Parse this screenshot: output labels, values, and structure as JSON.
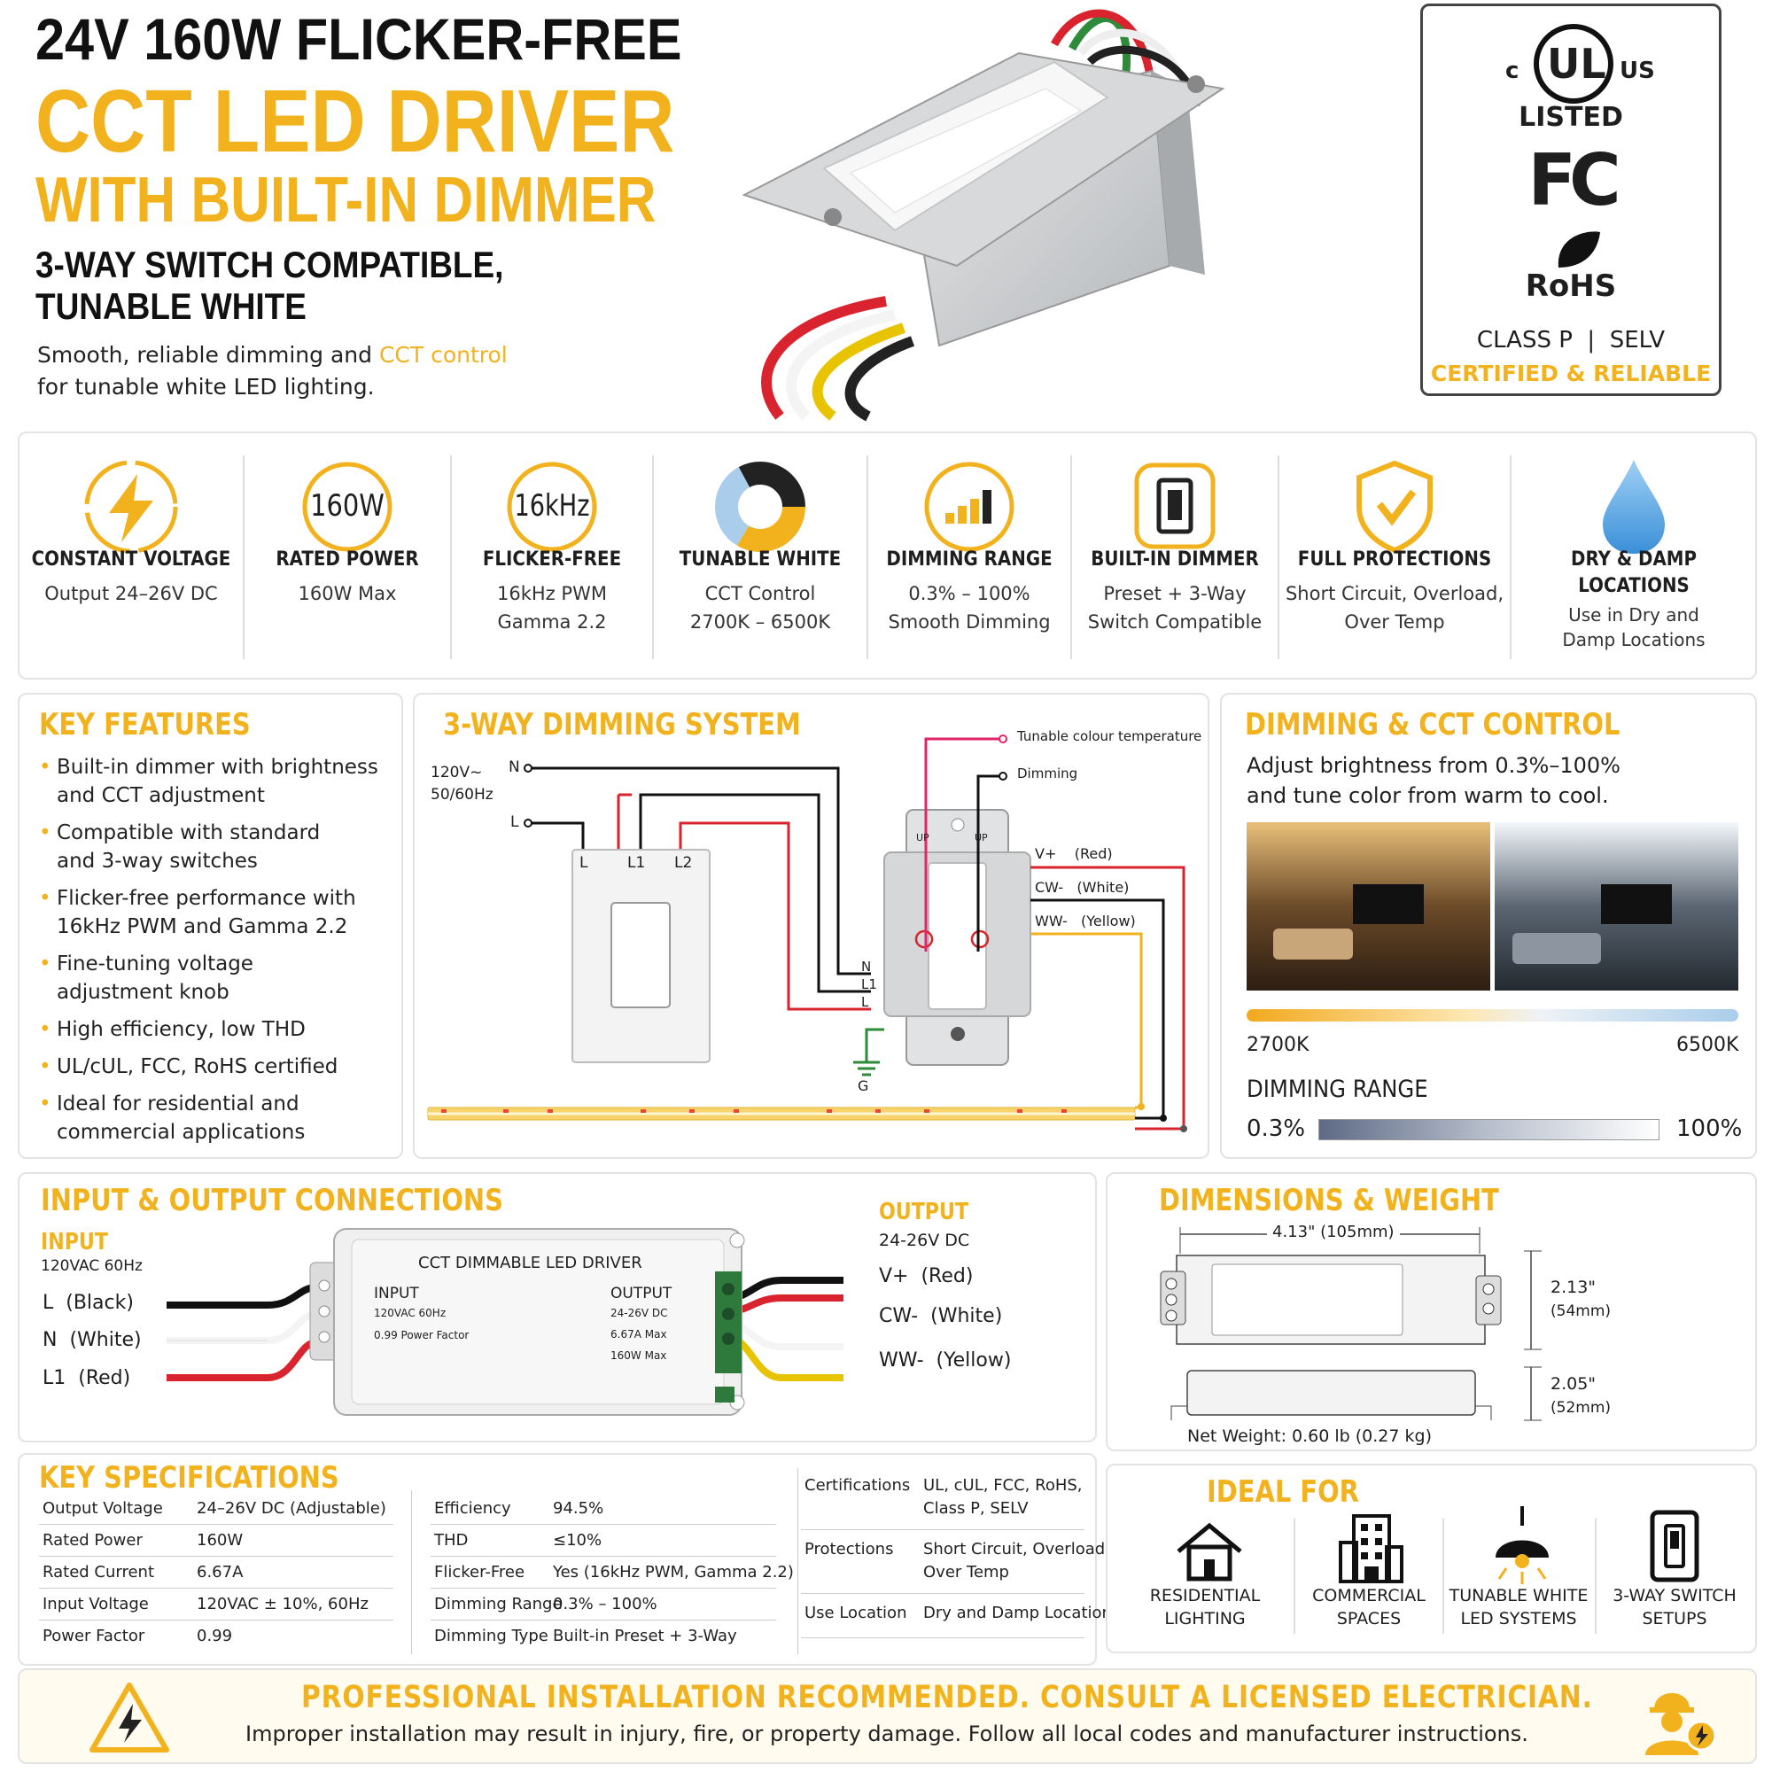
{
  "header": {
    "line1": "24V 160W FLICKER-FREE",
    "line2": "CCT LED DRIVER",
    "line3": "WITH BUILT-IN DIMMER",
    "sub1": "3-WAY SWITCH COMPATIBLE,",
    "sub2": "TUNABLE WHITE",
    "desc_a": "Smooth, reliable dimming and ",
    "desc_b": "CCT control",
    "desc_c": "for tunable white LED lighting."
  },
  "cert": {
    "c": "c",
    "ul": "UL",
    "us": "US",
    "listed": "LISTED",
    "fc": "FC",
    "rohs": "RoHS",
    "class": "CLASS P  |  SELV",
    "tag": "CERTIFIED & RELIABLE"
  },
  "features": [
    {
      "title": "CONSTANT VOLTAGE",
      "sub": [
        "Output 24–26V DC"
      ],
      "icon": "lightning-icon"
    },
    {
      "title": "RATED POWER",
      "sub": [
        "160W Max"
      ],
      "icon_text": "160W"
    },
    {
      "title": "FLICKER-FREE",
      "sub": [
        "16kHz PWM",
        "Gamma 2.2"
      ],
      "icon_text": "16kHz"
    },
    {
      "title": "TUNABLE WHITE",
      "sub": [
        "CCT Control",
        "2700K – 6500K"
      ],
      "icon": "cct-ring-icon"
    },
    {
      "title": "DIMMING RANGE",
      "sub": [
        "0.3% – 100%",
        "Smooth Dimming"
      ],
      "icon": "signal-bars-icon"
    },
    {
      "title": "BUILT-IN DIMMER",
      "sub": [
        "Preset + 3-Way",
        "Switch Compatible"
      ],
      "icon": "dimmer-switch-icon"
    },
    {
      "title": "FULL PROTECTIONS",
      "sub": [
        "Short Circuit, Overload,",
        "Over Temp"
      ],
      "icon": "shield-check-icon"
    },
    {
      "title": "DRY & DAMP",
      "title2": "LOCATIONS",
      "sub": [
        "Use in Dry and",
        "Damp Locations"
      ],
      "icon": "water-drop-icon"
    }
  ],
  "key_features": {
    "title": "KEY FEATURES",
    "items": [
      [
        "Built-in dimmer with brightness",
        "and CCT adjustment"
      ],
      [
        "Compatible with standard",
        "and 3-way switches"
      ],
      [
        "Flicker-free performance with",
        "16kHz PWM and Gamma 2.2"
      ],
      [
        "Fine-tuning voltage",
        "adjustment knob"
      ],
      [
        "High efficiency, low THD"
      ],
      [
        "UL/cUL, FCC, RoHS certified"
      ],
      [
        "Ideal for residential and",
        "commercial applications"
      ]
    ]
  },
  "wiring": {
    "title": "3-WAY DIMMING SYSTEM",
    "supply1": "120V~",
    "supply2": "50/60Hz",
    "n": "N",
    "l": "L",
    "sw_l": "L",
    "sw_l1": "L1",
    "sw_l2": "L2",
    "d_n": "N",
    "d_l1": "L1",
    "d_l": "L",
    "g": "G",
    "up": "UP",
    "cct_label": "Tunable colour temperature",
    "dim_label": "Dimming",
    "vplus": "V+",
    "vplus_c": "(Red)",
    "cw": "CW-",
    "cw_c": "(White)",
    "ww": "WW-",
    "ww_c": "(Yellow)"
  },
  "dimctl": {
    "title": "DIMMING & CCT CONTROL",
    "d1": "Adjust brightness from 0.3%–100%",
    "d2": "and tune color from warm to cool.",
    "cct_lo": "2700K",
    "cct_hi": "6500K",
    "range_title": "DIMMING RANGE",
    "lo": "0.3%",
    "hi": "100%"
  },
  "io": {
    "title": "INPUT & OUTPUT CONNECTIONS",
    "in_title": "INPUT",
    "in_spec": "120VAC 60Hz",
    "in": [
      "L  (Black)",
      "N  (White)",
      "L1  (Red)"
    ],
    "out_title": "OUTPUT",
    "out_spec": "24-26V DC",
    "out": [
      "V+  (Red)",
      "CW-  (White)",
      "WW-  (Yellow)"
    ],
    "label": "CCT DIMMABLE LED DRIVER",
    "lab_in": "INPUT",
    "lab_in1": "120VAC 60Hz",
    "lab_in2": "0.99 Power Factor",
    "lab_out": "OUTPUT",
    "lab_out1": "24-26V DC",
    "lab_out2": "6.67A Max",
    "lab_out3": "160W Max"
  },
  "dims": {
    "title": "DIMENSIONS & WEIGHT",
    "len": "4.13\" (105mm)",
    "h1": "2.13\"",
    "h1m": "(54mm)",
    "h2": "2.05\"",
    "h2m": "(52mm)",
    "weight": "Net Weight: 0.60 lb (0.27 kg)"
  },
  "specs": {
    "title": "KEY SPECIFICATIONS",
    "col1": [
      [
        "Output Voltage",
        "24–26V DC (Adjustable)"
      ],
      [
        "Rated Power",
        "160W"
      ],
      [
        "Rated Current",
        "6.67A"
      ],
      [
        "Input Voltage",
        "120VAC ± 10%, 60Hz"
      ],
      [
        "Power Factor",
        "0.99"
      ]
    ],
    "col2": [
      [
        "Efficiency",
        "94.5%"
      ],
      [
        "THD",
        "≤10%"
      ],
      [
        "Flicker-Free",
        "Yes (16kHz PWM, Gamma 2.2)"
      ],
      [
        "Dimming Range",
        "0.3% – 100%"
      ],
      [
        "Dimming Type",
        "Built-in Preset + 3-Way"
      ]
    ],
    "col3": [
      [
        "Certifications",
        "UL,  cUL, FCC, RoHS,",
        "Class P, SELV"
      ],
      [
        "Protections",
        "Short Circuit, Overload,",
        "Over Temp"
      ],
      [
        "Use Location",
        "Dry and Damp Locations",
        ""
      ]
    ]
  },
  "ideal": {
    "title": "IDEAL FOR",
    "items": [
      [
        "RESIDENTIAL",
        "LIGHTING"
      ],
      [
        "COMMERCIAL",
        "SPACES"
      ],
      [
        "TUNABLE WHITE",
        "LED SYSTEMS"
      ],
      [
        "3-WAY SWITCH",
        "SETUPS"
      ]
    ]
  },
  "warning": {
    "headline": "PROFESSIONAL INSTALLATION RECOMMENDED. CONSULT A LICENSED ELECTRICIAN.",
    "text": "Improper installation may result in injury, fire, or property damage. Follow all local codes and manufacturer instructions."
  },
  "colors": {
    "accent": "#f2b21d",
    "red": "#d9232e",
    "yellow": "#f2b21d",
    "black": "#111111"
  }
}
